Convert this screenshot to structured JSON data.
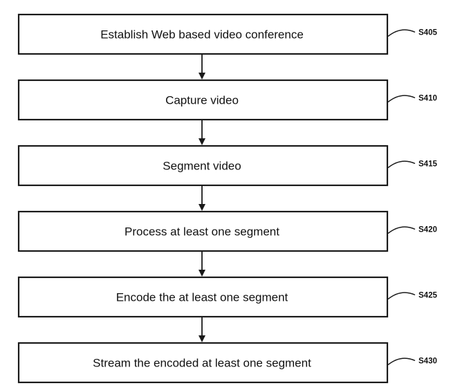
{
  "diagram": {
    "type": "flowchart",
    "direction": "top-to-bottom",
    "steps": [
      {
        "id": "S405",
        "label": "Establish Web based video conference",
        "ref": "S405"
      },
      {
        "id": "S410",
        "label": "Capture video",
        "ref": "S410"
      },
      {
        "id": "S415",
        "label": "Segment video",
        "ref": "S415"
      },
      {
        "id": "S420",
        "label": "Process at least one segment",
        "ref": "S420"
      },
      {
        "id": "S425",
        "label": "Encode the at least one segment",
        "ref": "S425"
      },
      {
        "id": "S430",
        "label": "Stream the encoded at least one segment",
        "ref": "S430"
      }
    ],
    "edges": [
      {
        "from": "S405",
        "to": "S410"
      },
      {
        "from": "S410",
        "to": "S415"
      },
      {
        "from": "S415",
        "to": "S420"
      },
      {
        "from": "S420",
        "to": "S425"
      },
      {
        "from": "S425",
        "to": "S430"
      }
    ]
  }
}
